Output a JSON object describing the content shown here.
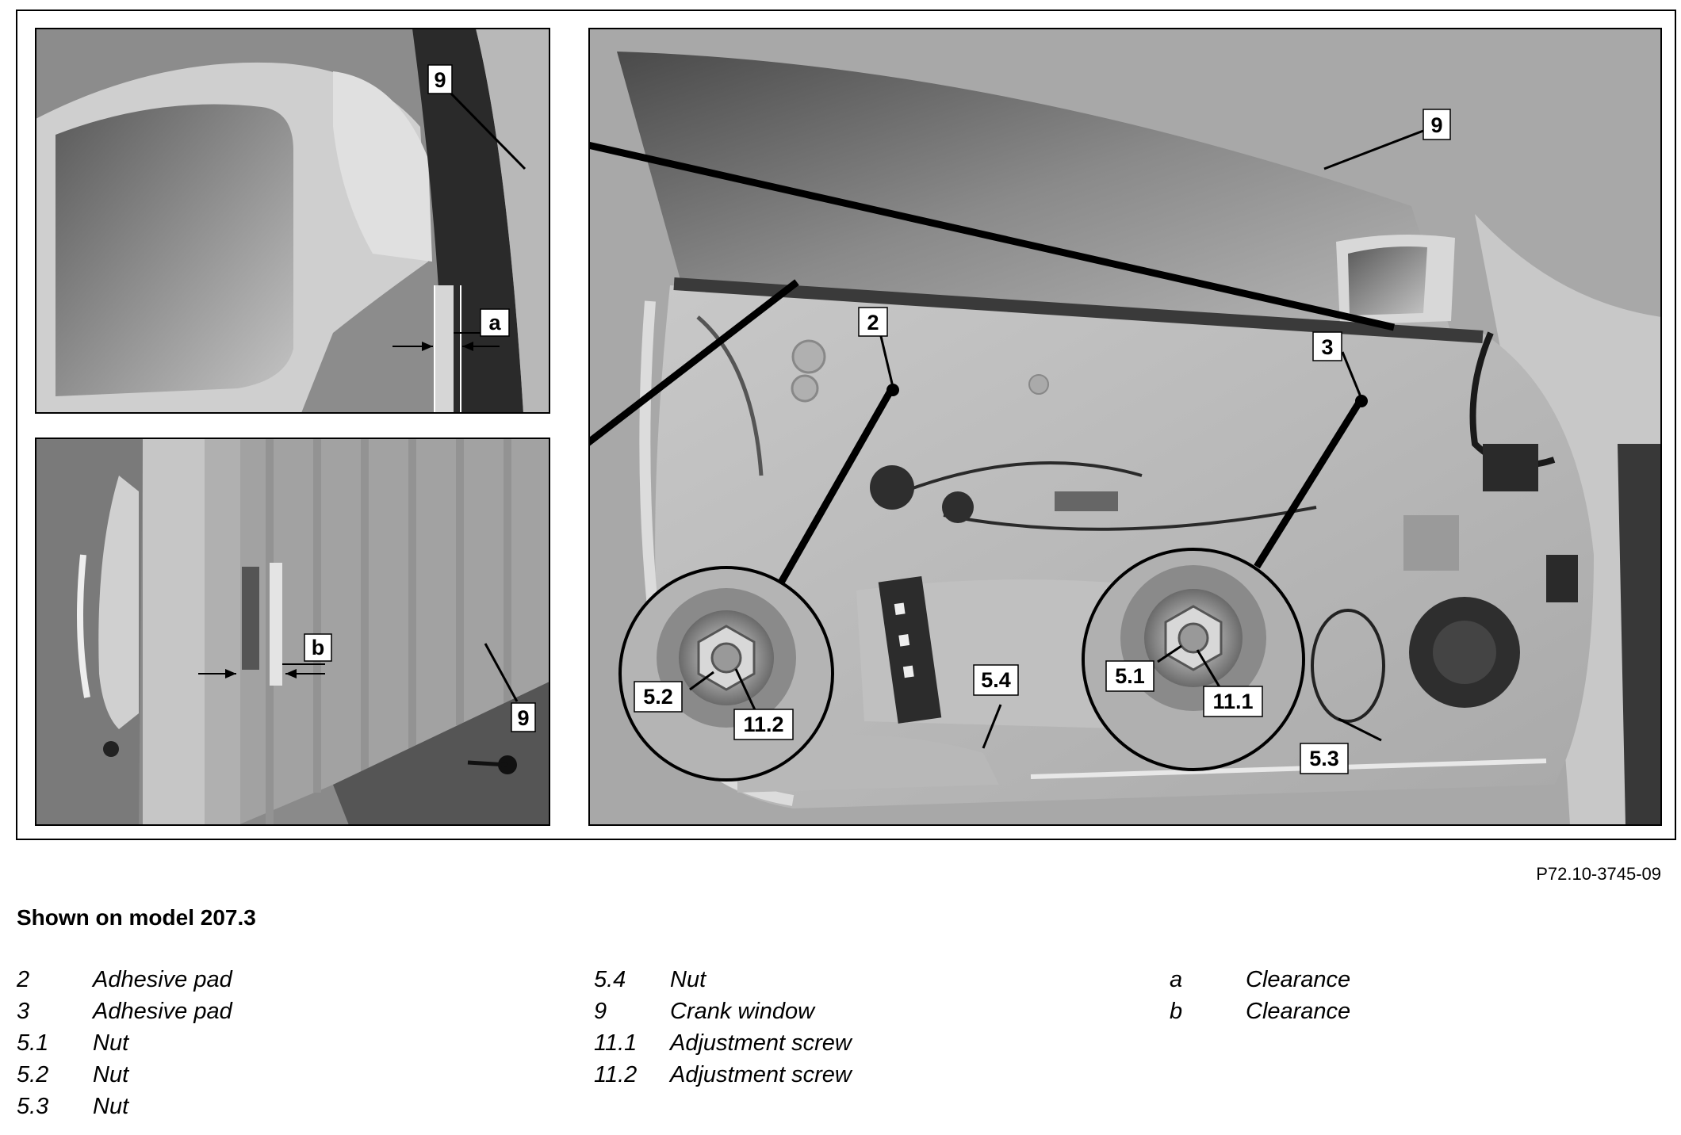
{
  "figure": {
    "callouts": {
      "inset_top_9": "9",
      "inset_top_a": "a",
      "inset_bottom_b": "b",
      "inset_bottom_9": "9",
      "main_9": "9",
      "main_2": "2",
      "main_3": "3",
      "main_5_4": "5.4",
      "main_5_3": "5.3",
      "detail_left_5_2": "5.2",
      "detail_left_11_2": "11.2",
      "detail_right_5_1": "5.1",
      "detail_right_11_1": "11.1"
    },
    "figure_id": "P72.10-3745-09"
  },
  "caption": "Shown on model 207.3",
  "legend": {
    "col1": [
      {
        "key": "2",
        "desc": "Adhesive pad"
      },
      {
        "key": "3",
        "desc": "Adhesive pad"
      },
      {
        "key": "5.1",
        "desc": "Nut"
      },
      {
        "key": "5.2",
        "desc": "Nut"
      },
      {
        "key": "5.3",
        "desc": "Nut"
      }
    ],
    "col2": [
      {
        "key": "5.4",
        "desc": "Nut"
      },
      {
        "key": "9",
        "desc": "Crank window"
      },
      {
        "key": "11.1",
        "desc": "Adjustment screw"
      },
      {
        "key": "11.2",
        "desc": "Adjustment screw"
      }
    ],
    "col3": [
      {
        "key": "a",
        "desc": "Clearance"
      },
      {
        "key": "b",
        "desc": "Clearance"
      }
    ]
  }
}
